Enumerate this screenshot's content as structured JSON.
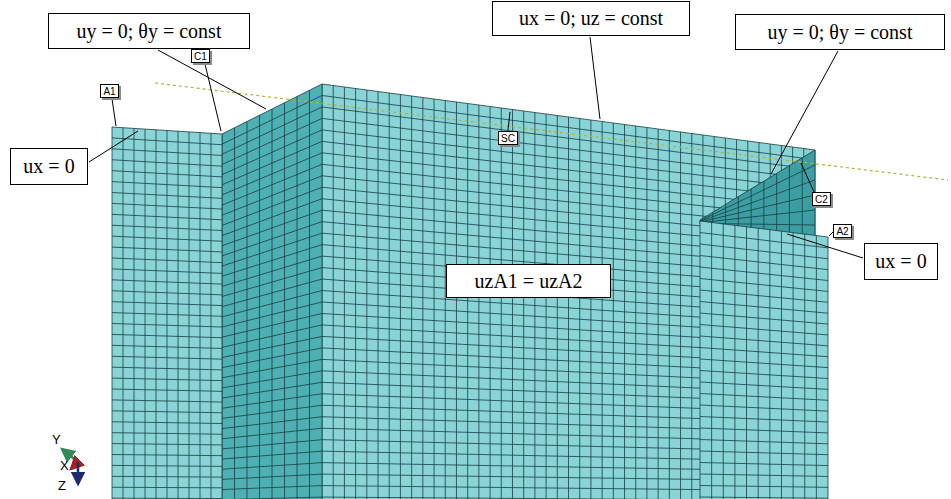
{
  "diagram": {
    "nodes": [
      {
        "text": [
          "uy = 0; θy = const"
        ]
      },
      {
        "text": [
          "ux = 0; uz = const"
        ]
      },
      {
        "text": [
          "uy = 0; θy = const"
        ]
      },
      {
        "text": [
          "A1"
        ]
      },
      {
        "text": [
          "C1"
        ]
      },
      {
        "text": [
          "SC"
        ]
      },
      {
        "text": [
          "ux = 0"
        ]
      },
      {
        "text": [
          "C2"
        ]
      },
      {
        "text": [
          "A2"
        ]
      },
      {
        "text": [
          "ux = 0"
        ]
      },
      {
        "text": [
          "uzA1 = uzA2"
        ]
      }
    ],
    "labels": [
      "Y",
      "X",
      "Z"
    ]
  }
}
